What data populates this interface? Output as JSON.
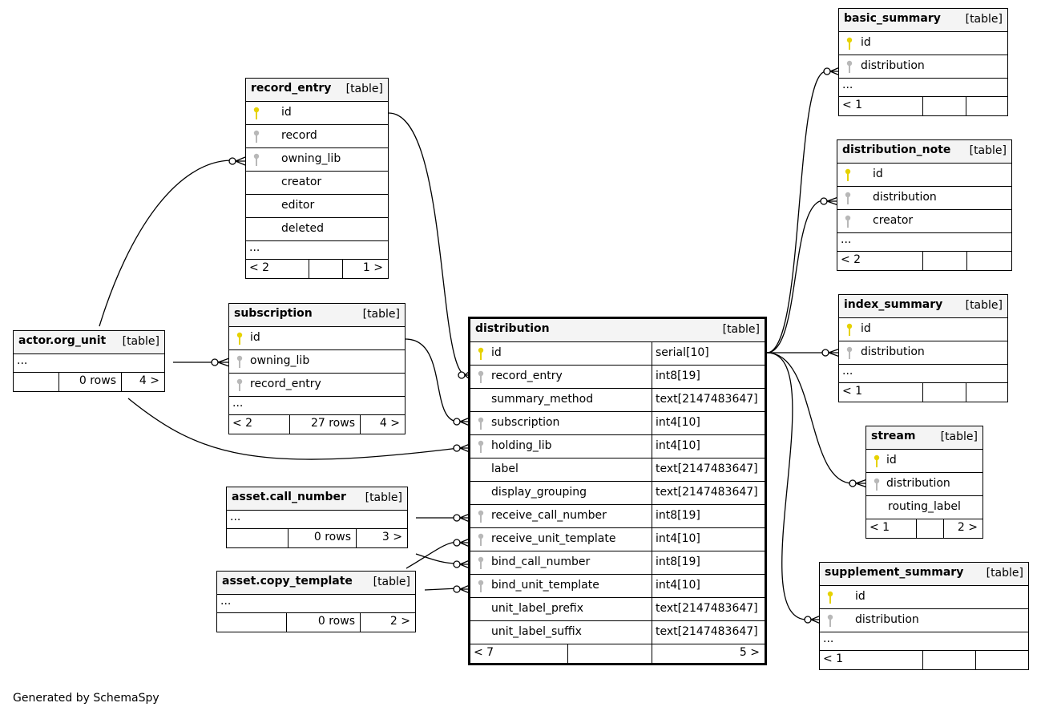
{
  "ellipsis": "...",
  "table_tag": "[table]",
  "credit": "Generated by SchemaSpy",
  "tables": {
    "record_entry": {
      "name": "record_entry",
      "cols": [
        "id",
        "record",
        "owning_lib",
        "creator",
        "editor",
        "deleted"
      ],
      "foot": [
        "< 2",
        "",
        "1 >"
      ]
    },
    "actor_org_unit": {
      "name": "actor.org_unit",
      "foot": [
        "",
        "0 rows",
        "4 >"
      ]
    },
    "subscription": {
      "name": "subscription",
      "cols": [
        "id",
        "owning_lib",
        "record_entry"
      ],
      "foot": [
        "< 2",
        "27 rows",
        "4 >"
      ]
    },
    "asset_call_number": {
      "name": "asset.call_number",
      "foot": [
        "",
        "0 rows",
        "3 >"
      ]
    },
    "asset_copy_template": {
      "name": "asset.copy_template",
      "foot": [
        "",
        "0 rows",
        "2 >"
      ]
    },
    "distribution": {
      "name": "distribution",
      "cols": [
        "id",
        "record_entry",
        "summary_method",
        "subscription",
        "holding_lib",
        "label",
        "display_grouping",
        "receive_call_number",
        "receive_unit_template",
        "bind_call_number",
        "bind_unit_template",
        "unit_label_prefix",
        "unit_label_suffix"
      ],
      "types": [
        "serial[10]",
        "int8[19]",
        "text[2147483647]",
        "int4[10]",
        "int4[10]",
        "text[2147483647]",
        "text[2147483647]",
        "int8[19]",
        "int4[10]",
        "int8[19]",
        "int4[10]",
        "text[2147483647]",
        "text[2147483647]"
      ],
      "foot": [
        "< 7",
        "",
        "5 >"
      ]
    },
    "basic_summary": {
      "name": "basic_summary",
      "cols": [
        "id",
        "distribution"
      ],
      "foot": [
        "< 1",
        "",
        ""
      ]
    },
    "distribution_note": {
      "name": "distribution_note",
      "cols": [
        "id",
        "distribution",
        "creator"
      ],
      "foot": [
        "< 2",
        "",
        ""
      ]
    },
    "index_summary": {
      "name": "index_summary",
      "cols": [
        "id",
        "distribution"
      ],
      "foot": [
        "< 1",
        "",
        ""
      ]
    },
    "stream": {
      "name": "stream",
      "cols": [
        "id",
        "distribution",
        "routing_label"
      ],
      "foot": [
        "< 1",
        "",
        "2 >"
      ]
    },
    "supplement_summary": {
      "name": "supplement_summary",
      "cols": [
        "id",
        "distribution"
      ],
      "foot": [
        "< 1",
        "",
        ""
      ]
    }
  }
}
